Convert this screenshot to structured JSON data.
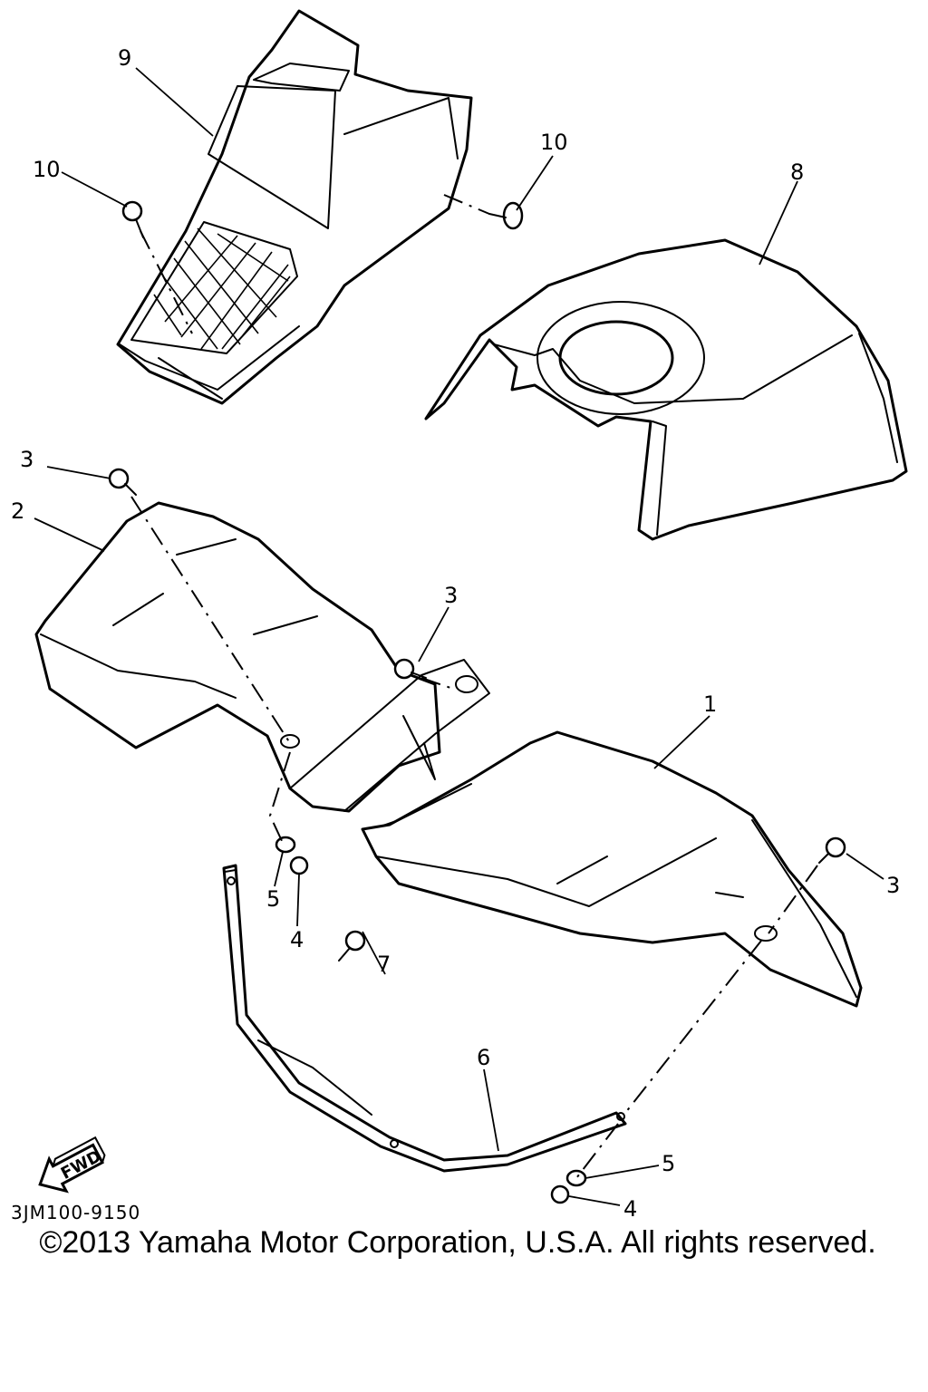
{
  "callouts": [
    "9",
    "10",
    "10",
    "8",
    "3",
    "2",
    "3",
    "1",
    "3",
    "5",
    "4",
    "7",
    "6",
    "5",
    "4"
  ],
  "fwd_label": "FWD",
  "diagram_code": "3JM100-9150",
  "copyright": "©2013 Yamaha Motor Corporation, U.S.A. All rights reserved."
}
